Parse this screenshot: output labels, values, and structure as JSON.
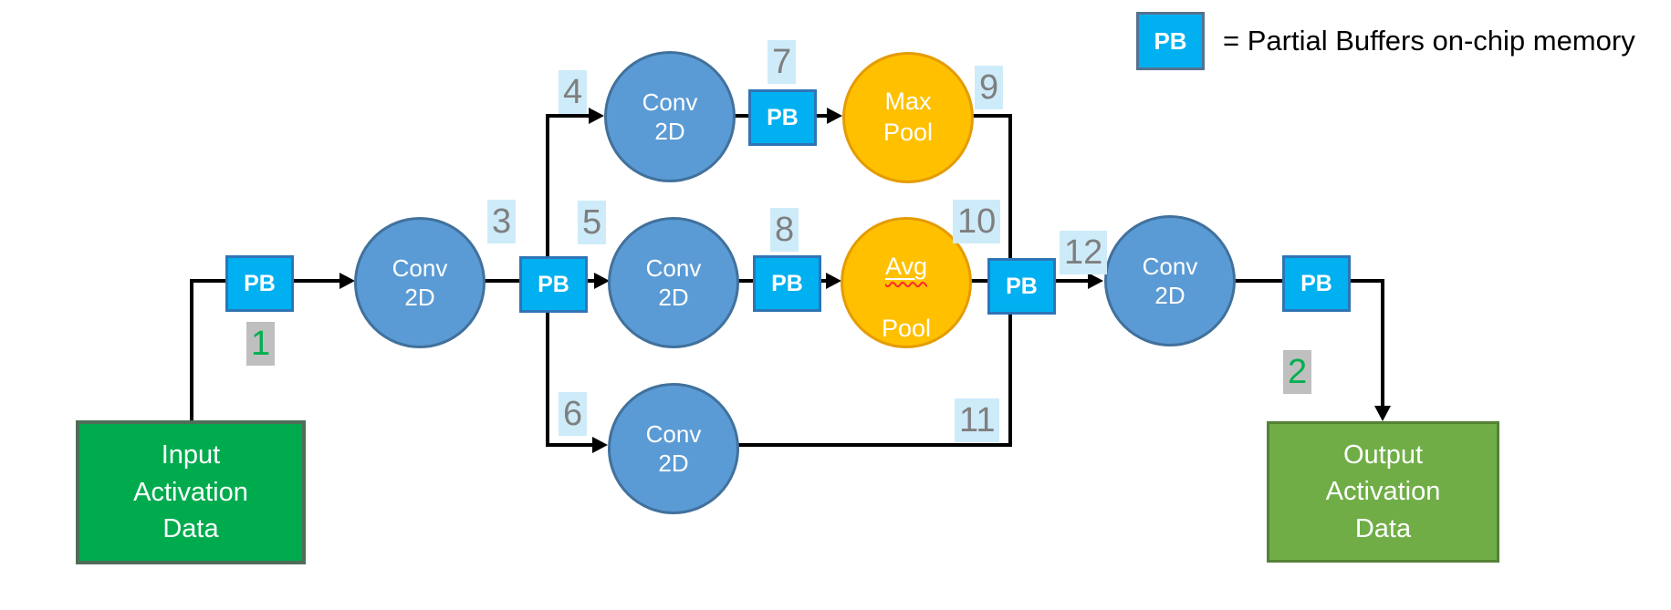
{
  "legend": {
    "pb_label": "PB",
    "text": "= Partial Buffers on-chip memory"
  },
  "pb": {
    "label": "PB"
  },
  "labels": {
    "conv": "Conv\n2D",
    "max_pool": "Max\nPool",
    "avg_word": "Avg",
    "pool_word": "Pool"
  },
  "input": {
    "label": "Input\nActivation\nData"
  },
  "output": {
    "label": "Output\nActivation\nData"
  },
  "steps": [
    "1",
    "2",
    "3",
    "4",
    "5",
    "6",
    "7",
    "8",
    "9",
    "10",
    "11",
    "12"
  ],
  "colors": {
    "pb_fill": "#00B0F0",
    "pb_border": "#2E75B6",
    "conv_fill": "#5B9BD5",
    "conv_border": "#41719C",
    "pool_fill": "#FFC000",
    "pool_border": "#E49C05",
    "input_fill": "#00AB4E",
    "input_border": "#4E6E58",
    "output_fill": "#70AD47",
    "output_border": "#548235",
    "step_blue_bg": "#CEEBFA",
    "step_gray_text": "#7F7F7F",
    "step_gray_bg": "#BFBFBF",
    "step_green_text": "#00B050",
    "squiggle": "#FF2A2A",
    "line": "#000000"
  }
}
